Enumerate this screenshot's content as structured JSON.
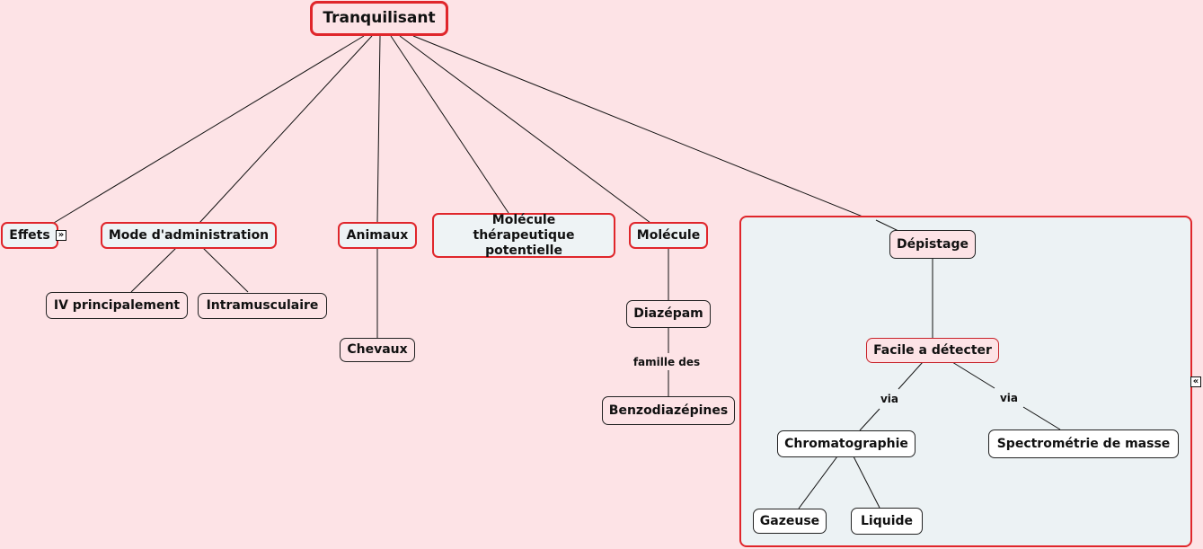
{
  "root": {
    "label": "Tranquilisant"
  },
  "nodes": {
    "effets": "Effets",
    "mode": "Mode d'administration",
    "iv": "IV principalement",
    "intramusculaire": "Intramusculaire",
    "animaux": "Animaux",
    "chevaux": "Chevaux",
    "molecule_therap": "Molécule thérapeutique potentielle",
    "molecule": "Molécule",
    "diazepam": "Diazépam",
    "benzo": "Benzodiazépines",
    "depistage": "Dépistage",
    "facile": "Facile a détecter",
    "chromato": "Chromatographie",
    "spectro": "Spectrométrie de masse",
    "gazeuse": "Gazeuse",
    "liquide": "Liquide"
  },
  "link_labels": {
    "famille": "famille des",
    "via_left": "via",
    "via_right": "via"
  },
  "toggles": {
    "expand": "»",
    "collapse": "«"
  },
  "colors": {
    "background": "#fde3e6",
    "accent_red": "#e0262b",
    "node_fill": "#eef3f5"
  }
}
